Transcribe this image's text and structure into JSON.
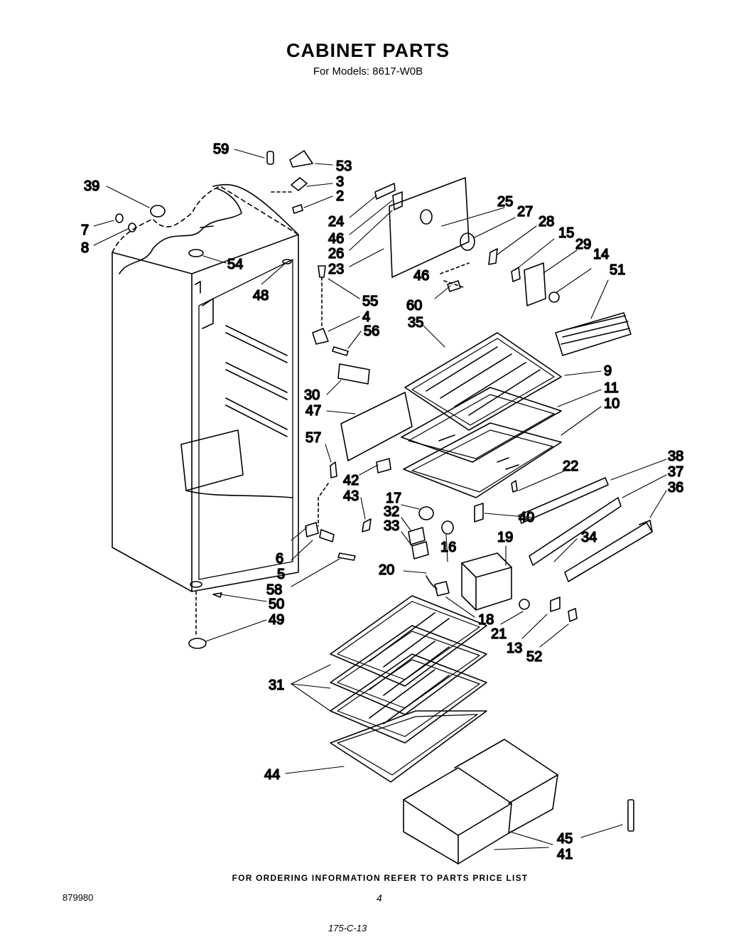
{
  "title": "CABINET PARTS",
  "subtitle": "For Models: 8617-W0B",
  "callouts": [
    "59",
    "53",
    "3",
    "2",
    "39",
    "7",
    "8",
    "54",
    "48",
    "55",
    "4",
    "56",
    "30",
    "47",
    "57",
    "42",
    "43",
    "6",
    "5",
    "58",
    "50",
    "49",
    "24",
    "46",
    "26",
    "23",
    "25",
    "27",
    "28",
    "15",
    "29",
    "14",
    "51",
    "60",
    "35",
    "9",
    "11",
    "10",
    "22",
    "38",
    "37",
    "36",
    "17",
    "32",
    "33",
    "40",
    "16",
    "19",
    "34",
    "20",
    "18",
    "21",
    "13",
    "52",
    "31",
    "44",
    "45",
    "41"
  ],
  "footer_note": "FOR ORDERING INFORMATION REFER TO PARTS PRICE LIST",
  "doc_number": "879980",
  "page_number": "4",
  "stamp": "175-C-13"
}
